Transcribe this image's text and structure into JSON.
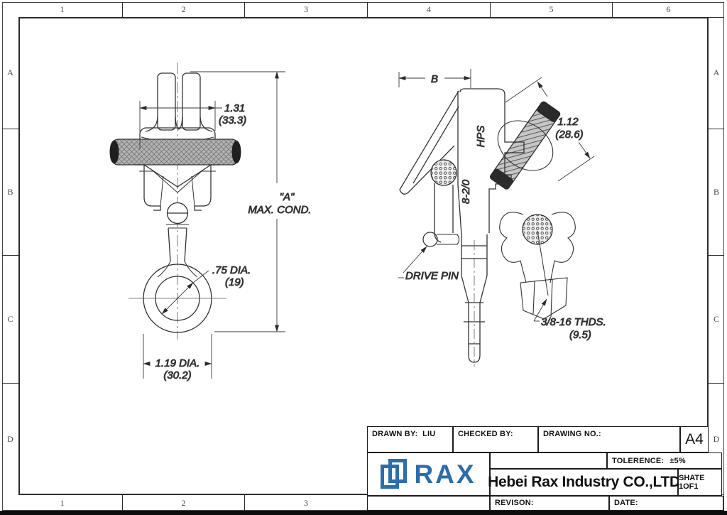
{
  "zones": {
    "top": [
      "1",
      "2",
      "3",
      "4",
      "5",
      "6"
    ],
    "bottom": [
      "1",
      "2",
      "3"
    ],
    "left": [
      "A",
      "B",
      "C",
      "D"
    ],
    "right": [
      "A",
      "B",
      "C",
      "D"
    ]
  },
  "views": {
    "front": {
      "dim_top_width_in": "1.31",
      "dim_top_width_mm": "(33.3)",
      "dim_overall_ref": "\"A\"",
      "dim_overall_note": "MAX. COND.",
      "dim_eye_hole_in": ".75 DIA.",
      "dim_eye_hole_mm": "(19)",
      "dim_eye_od_in": "1.19 DIA.",
      "dim_eye_od_mm": "(30.2)"
    },
    "side": {
      "dim_width_ref": "B",
      "marking_hps": "HPS",
      "marking_range": "8-2/0",
      "dim_eyebolt_in": "1.12",
      "dim_eyebolt_mm": "(28.6)",
      "label_drive_pin": "DRIVE PIN",
      "dim_thread": "3/8-16 THDS.",
      "dim_thread_mm": "(9.5)"
    }
  },
  "title_block": {
    "drawn_by_label": "DRAWN BY:",
    "drawn_by_value": "LIU",
    "checked_by_label": "CHECKED BY:",
    "drawing_no_label": "DRAWING NO.:",
    "paper_size": "A4",
    "tolerance_label": "TOLERENCE:",
    "tolerance_value": "±5%",
    "company_name": "Hebei Rax Industry CO.,LTD",
    "sheet_note": "SHATE 1OF1",
    "revision_label": "REVISON:",
    "date_label": "DATE:",
    "logo_text": "RAX"
  }
}
